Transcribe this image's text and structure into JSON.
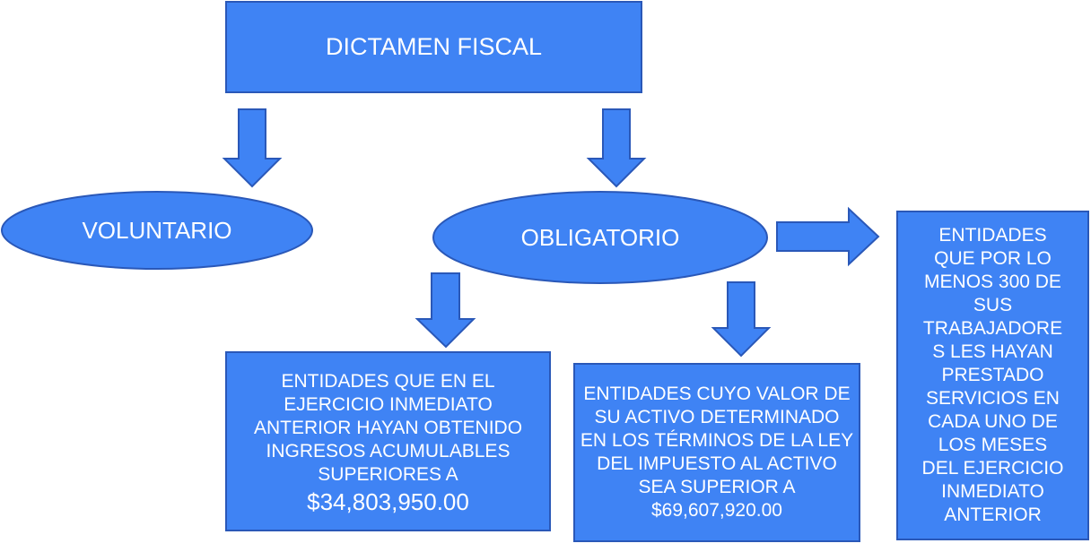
{
  "diagram": {
    "title": "DICTAMEN FISCAL",
    "voluntario": "VOLUNTARIO",
    "obligatorio": "OBLIGATORIO",
    "box_ingresos": {
      "text": "ENTIDADES QUE EN EL EJERCICIO INMEDIATO ANTERIOR HAYAN OBTENIDO INGRESOS ACUMULABLES SUPERIORES A",
      "amount": "$34,803,950.00"
    },
    "box_activo": {
      "text": "ENTIDADES CUYO VALOR DE SU ACTIVO DETERMINADO EN LOS TÉRMINOS DE LA LEY DEL IMPUESTO AL ACTIVO SEA SUPERIOR A",
      "amount": "$69,607,920.00"
    },
    "box_trabajadores": "ENTIDADES\nQUE POR LO\nMENOS 300 DE\nSUS\nTRABAJADORE\nS LES HAYAN\nPRESTADO\nSERVICIOS EN\nCADA UNO DE\nLOS MESES\nDEL EJERCICIO\nINMEDIATO\nANTERIOR"
  },
  "colors": {
    "fill": "#3f83f4",
    "stroke": "#2a58b8",
    "text": "#ffffff"
  }
}
